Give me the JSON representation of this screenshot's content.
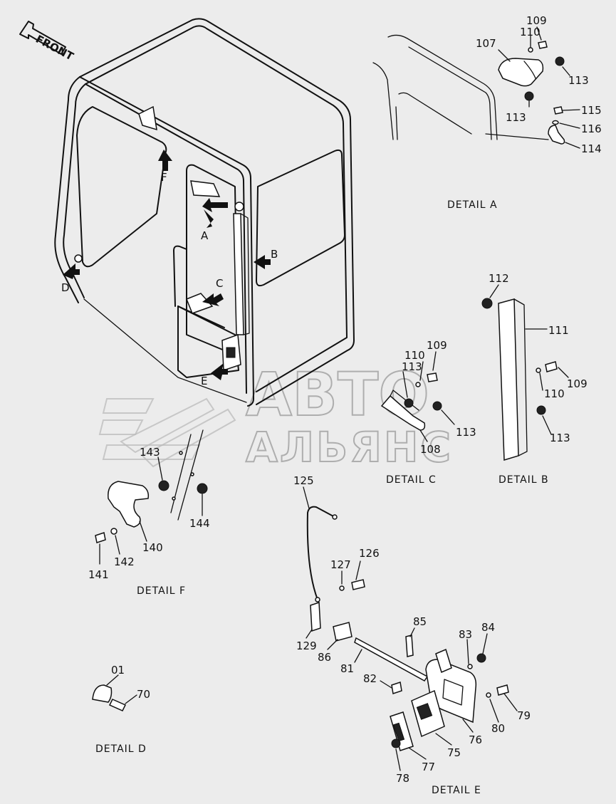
{
  "front_label": "FRONT",
  "view_letters": {
    "A": "A",
    "B": "B",
    "C": "C",
    "D": "D",
    "E": "E",
    "F": "F"
  },
  "detail_titles": {
    "a": "DETAIL A",
    "b": "DETAIL B",
    "c": "DETAIL C",
    "d": "DETAIL D",
    "e": "DETAIL E",
    "f": "DETAIL F"
  },
  "watermark": {
    "line1": "АВТО",
    "line2": "АЛЬЯНС"
  },
  "parts": {
    "p01": "01",
    "p70": "70",
    "p75": "75",
    "p76": "76",
    "p77": "77",
    "p78": "78",
    "p79": "79",
    "p80": "80",
    "p81": "81",
    "p82": "82",
    "p83": "83",
    "p84": "84",
    "p85": "85",
    "p86": "86",
    "p107": "107",
    "p108": "108",
    "p109a": "109",
    "p109b": "109",
    "p109c": "109",
    "p110a": "110",
    "p110b": "110",
    "p110c": "110",
    "p111": "111",
    "p112": "112",
    "p113a": "113",
    "p113b": "113",
    "p113c": "113",
    "p113d": "113",
    "p113e": "113",
    "p114": "114",
    "p115": "115",
    "p116": "116",
    "p125": "125",
    "p126": "126",
    "p127": "127",
    "p129": "129",
    "p140": "140",
    "p141": "141",
    "p142": "142",
    "p143": "143",
    "p144": "144"
  }
}
